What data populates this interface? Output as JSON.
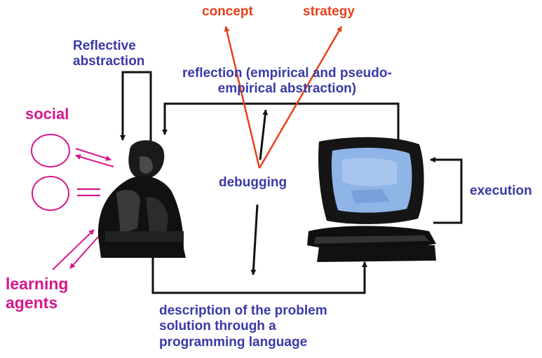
{
  "labels": {
    "concept": "concept",
    "strategy": "strategy",
    "reflective_abstraction": [
      "Reflective",
      "abstraction"
    ],
    "reflection": [
      "reflection (empirical and pseudo-",
      "empirical abstraction)"
    ],
    "social": "social",
    "debugging": "debugging",
    "execution": "execution",
    "learning_agents": [
      "learning",
      "agents"
    ],
    "description": [
      "description of the problem",
      "solution through a",
      "programming language"
    ]
  },
  "colors": {
    "blue_text": "#3a3aa6",
    "red_text": "#e8401c",
    "magenta": "#d6178c",
    "arrow_black": "#111111",
    "screen": "#8fb4e6"
  },
  "icons": {
    "person": "seated-person-sketch-icon",
    "computer": "computer-monitor-sketch-icon"
  }
}
